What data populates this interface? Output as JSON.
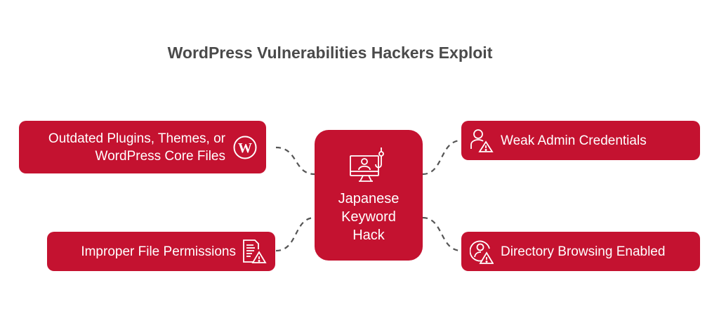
{
  "title": "WordPress Vulnerabilities Hackers Exploit",
  "center": {
    "label": "Japanese Keyword Hack",
    "icon": "monitor-hook-icon"
  },
  "nodes": {
    "tl": {
      "label": "Outdated Plugins, Themes, or WordPress Core Files",
      "icon": "wordpress-icon"
    },
    "tr": {
      "label": "Weak Admin Credentials",
      "icon": "user-warning-icon"
    },
    "bl": {
      "label": "Improper File Permissions",
      "icon": "file-warning-icon"
    },
    "br": {
      "label": "Directory Browsing Enabled",
      "icon": "user-circle-warning-icon"
    }
  },
  "colors": {
    "accent": "#C41230",
    "title": "#4a4a4a",
    "connector": "#555555"
  }
}
